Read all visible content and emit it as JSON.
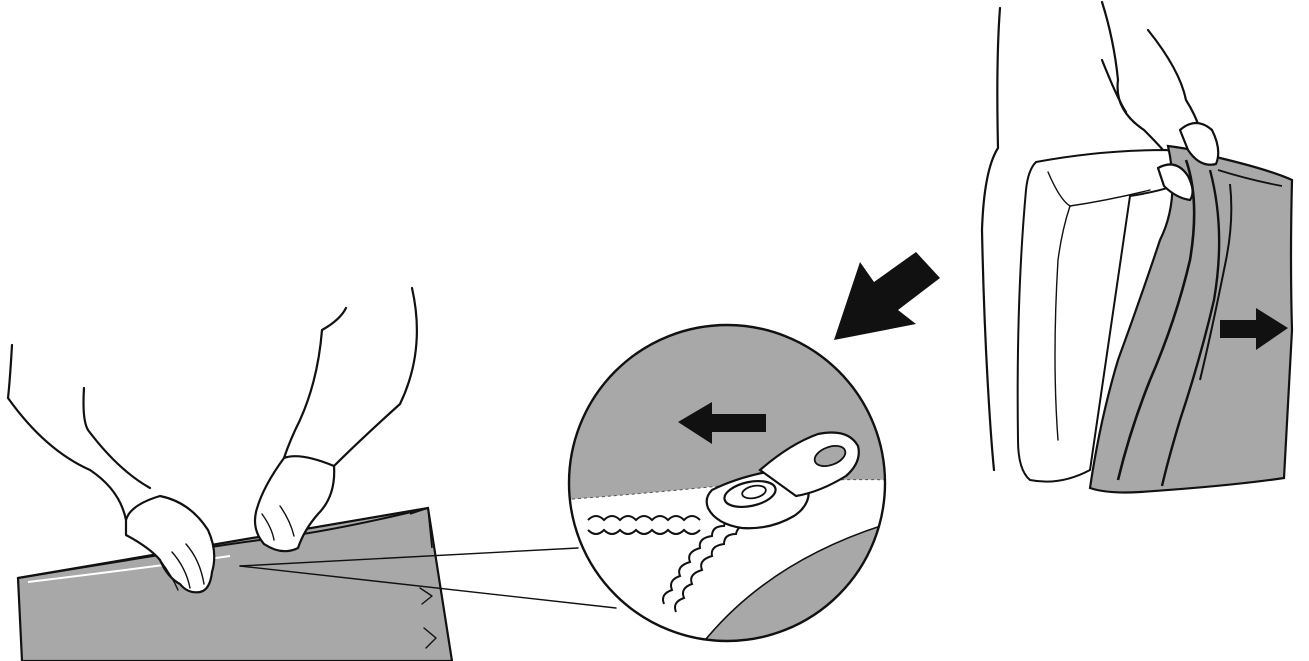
{
  "colors": {
    "fabric": "#a8a8a8",
    "outline": "#111111",
    "arrow": "#111111",
    "background": "#ffffff"
  },
  "panels": [
    {
      "id": "left",
      "description_icon": "hands-opening-zipper-icon"
    },
    {
      "id": "middle",
      "description_icon": "zipper-magnifier-icon",
      "arrow_direction": "left"
    },
    {
      "id": "right",
      "description_icon": "hands-removing-cover-icon",
      "arrow_direction": "right"
    }
  ],
  "pointer_arrow": {
    "direction": "down-left",
    "icon": "pointer-arrow-icon"
  }
}
